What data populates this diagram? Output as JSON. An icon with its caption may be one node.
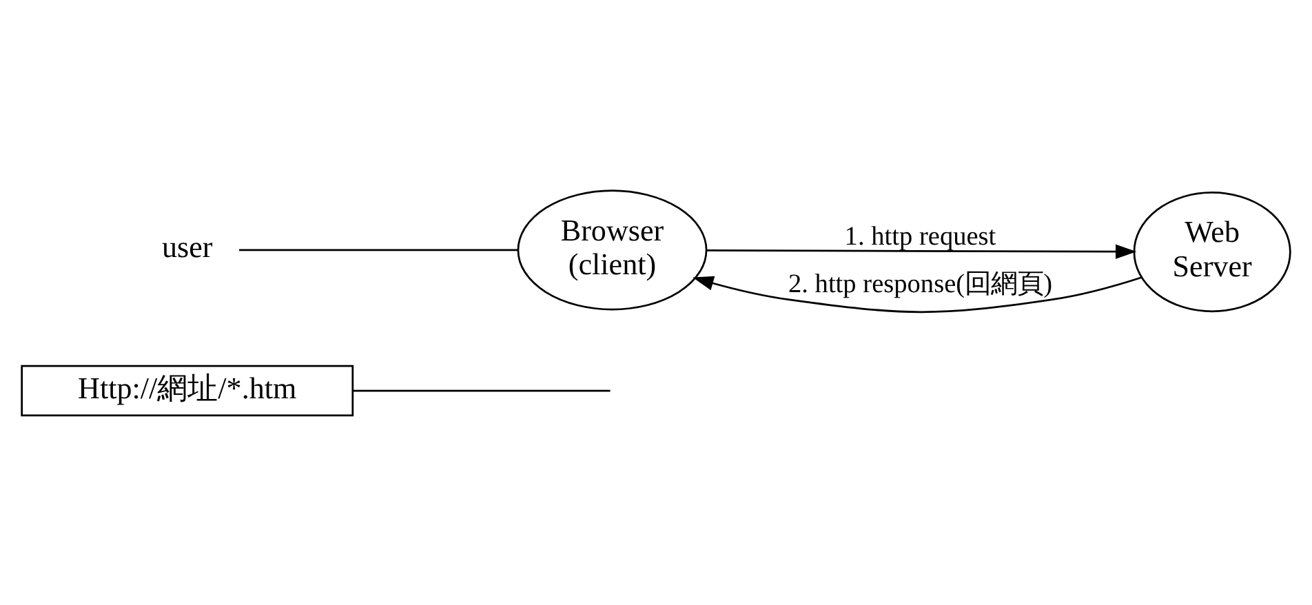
{
  "diagram": {
    "nodes": [
      {
        "text": [
          "Http://網址/*.htm"
        ]
      },
      {
        "text": [
          "user"
        ]
      },
      {
        "text": [
          "Browser (client)"
        ]
      },
      {
        "text": [
          "Web Server"
        ]
      }
    ],
    "edges": [
      {
        "from": 0,
        "to": null,
        "arrow": "none"
      },
      {
        "from": 1,
        "to": 2,
        "arrow": "none"
      },
      {
        "from": 2,
        "to": 3,
        "arrow": "to",
        "label": "1. http request"
      },
      {
        "from": 3,
        "to": 2,
        "arrow": "to",
        "label": "2. http response(回網頁)"
      }
    ]
  }
}
